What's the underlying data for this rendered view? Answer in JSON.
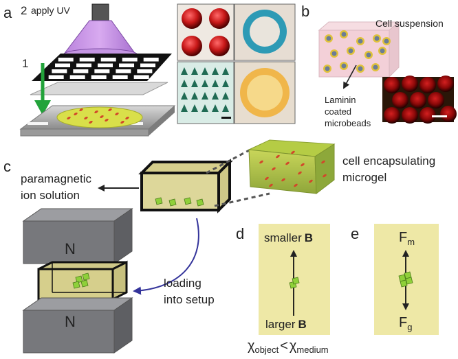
{
  "panels": {
    "a": {
      "label": "a",
      "step1": "1",
      "step2_num": "2",
      "step2_text": "apply UV"
    },
    "b": {
      "label": "b",
      "cell_suspension": "Cell suspension",
      "bead_label": [
        "Laminin",
        "coated",
        "microbeads"
      ]
    },
    "c": {
      "label": "c",
      "solution_label": [
        "paramagnetic",
        "ion solution"
      ],
      "microgel_label": [
        "cell encapsulating",
        "microgel"
      ],
      "magnet_top": "N",
      "magnet_bottom": "N",
      "loading_label": [
        "loading",
        "into setup"
      ]
    },
    "d": {
      "label": "d",
      "top_text": "smaller",
      "top_bold": "B",
      "bottom_text": "larger",
      "bottom_bold": "B",
      "chi_object_sym": "χ",
      "chi_object_sub": "object",
      "chi_compare": "<",
      "chi_medium_sym": "χ",
      "chi_medium_sub": "medium"
    },
    "e": {
      "label": "e",
      "fm_sym": "F",
      "fm_sub": "m",
      "fg_sym": "F",
      "fg_sub": "g"
    }
  },
  "colors": {
    "uv_cone": "#b27ad6",
    "arrow_green": "#22a33a",
    "gel_yellow": "#e3e86a",
    "cube_green": "#8fd03a",
    "panel_bg": "#eee8a6",
    "magnet_gray": "#77787c",
    "loading_arrow": "#33339a"
  }
}
